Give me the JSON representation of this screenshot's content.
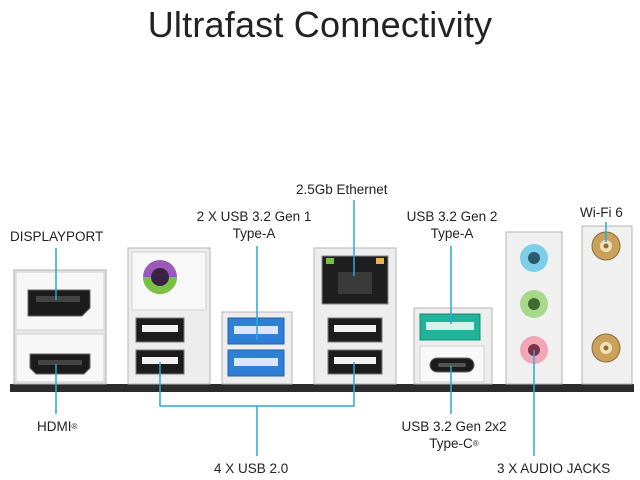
{
  "page": {
    "title": "Ultrafast Connectivity"
  },
  "labels": {
    "displayport": "DISPLAYPORT",
    "hdmi": "HDMI",
    "hdmi_mark": "®",
    "usb32g1_line1": "2 X USB 3.2 Gen 1",
    "usb32g1_line2": "Type-A",
    "ethernet": "2.5Gb Ethernet",
    "usb32g2_line1": "USB 3.2 Gen 2",
    "usb32g2_line2": "Type-A",
    "wifi": "Wi-Fi 6",
    "usb20": "4 X USB 2.0",
    "usbc_line1": "USB 3.2 Gen 2x2",
    "usbc_line2": "Type-C",
    "usbc_mark": "®",
    "audio": "3 X AUDIO JACKS"
  },
  "colors": {
    "callout_line": "#29a8d8",
    "usb3_gen1_blue": "#2f7fd6",
    "usb3_gen2_teal": "#1fb39a",
    "ps2_purple": "#9b5ab7",
    "ps2_green": "#7ac143",
    "audio_blue": "#7ccde8",
    "audio_green": "#a8d88a",
    "audio_pink": "#f3a5b8",
    "io_panel": "#f2f2f2",
    "board": "#2c2c2c",
    "antenna_gold": "#c9a15c"
  }
}
